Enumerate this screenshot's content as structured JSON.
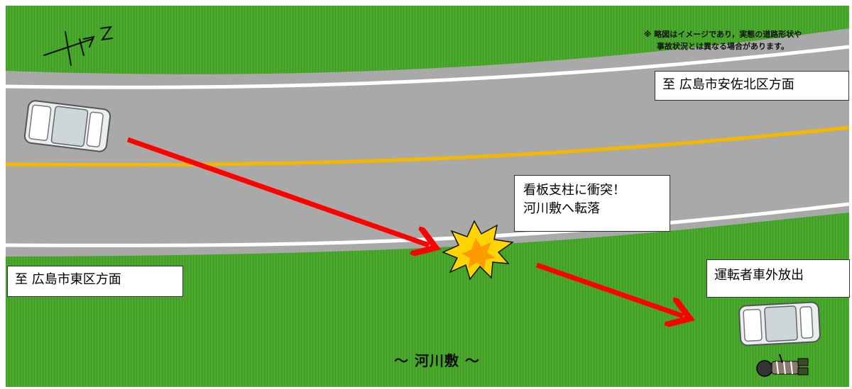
{
  "note": {
    "line1": "※ 略図はイメージであり，実態の道路形状や",
    "line2": "事故状況とは異なる場合があります。"
  },
  "direction_north": "至 広島市安佐北区方面",
  "direction_south": "至 広島市東区方面",
  "crash_label": {
    "line1": "看板支柱に衝突！",
    "line2": "河川敷へ転落"
  },
  "driver_label": "運転者車外放出",
  "riverbank_label": "～ 河川敷 ～",
  "colors": {
    "grass": "#4aa82c",
    "road": "#a9a9a9",
    "center_line": "#f5b800",
    "arrow": "#ff0000"
  },
  "icons": [
    "north-arrow-icon",
    "car-icon",
    "explosion-icon",
    "person-icon"
  ]
}
